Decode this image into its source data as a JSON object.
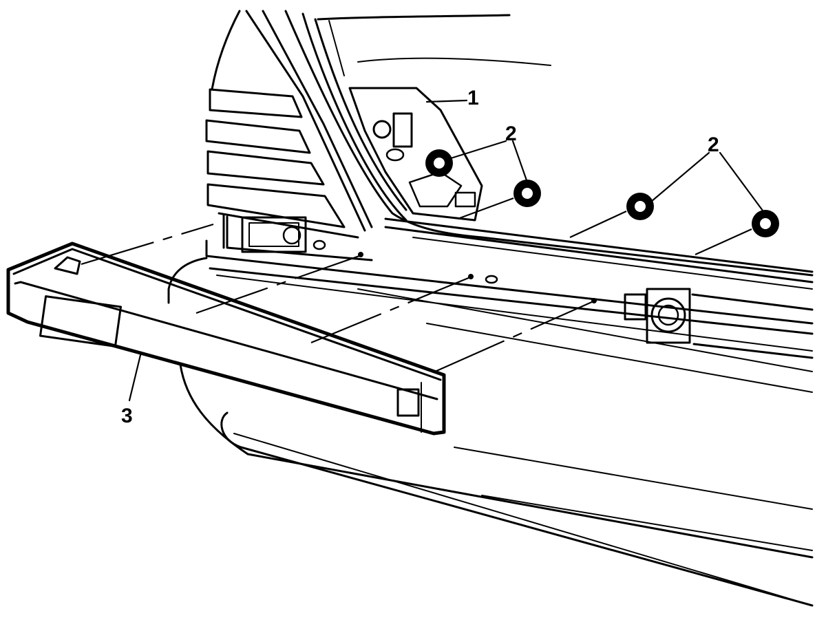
{
  "colors": {
    "line": "#000000",
    "paper": "#ffffff"
  },
  "callouts": [
    {
      "id": "tail-lamp",
      "label": "1"
    },
    {
      "id": "nuts-left",
      "label": "2"
    },
    {
      "id": "nuts-right",
      "label": "2"
    },
    {
      "id": "bumper-strip",
      "label": "3"
    }
  ]
}
